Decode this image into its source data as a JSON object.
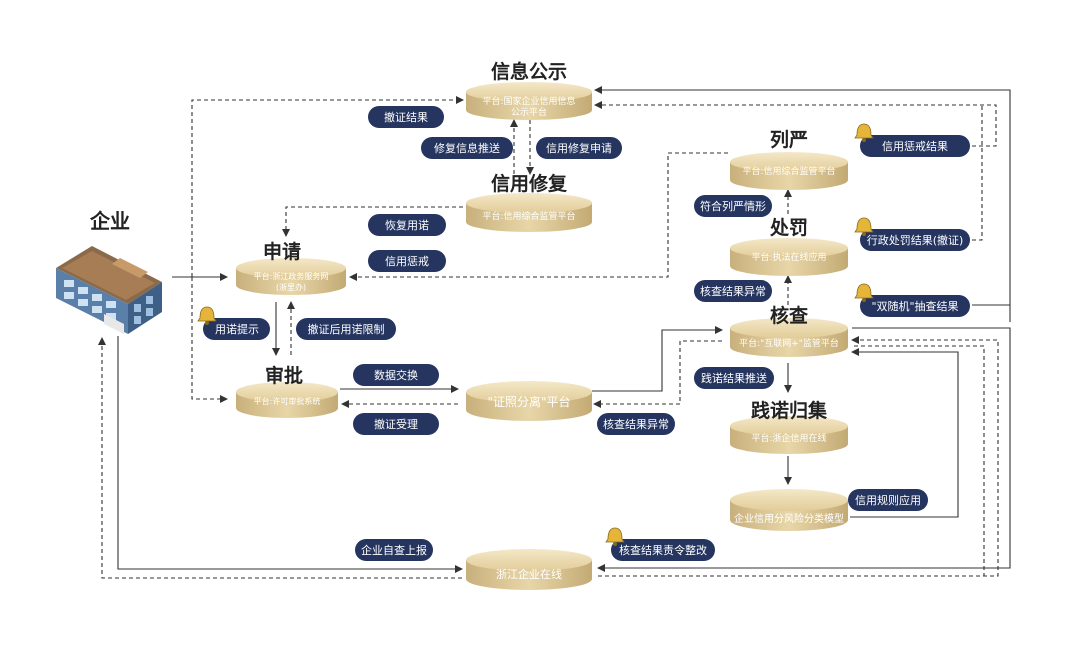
{
  "enterprise": {
    "label": "企业"
  },
  "nodes": {
    "xinxi": {
      "title": "信息公示",
      "platform_line1": "平台:国家企业信用信息",
      "platform_line2": "公示平台"
    },
    "xiufu": {
      "title": "信用修复",
      "platform": "平台:信用综合监管平台"
    },
    "lieyan": {
      "title": "列严",
      "platform": "平台:信用综合监管平台"
    },
    "chufa": {
      "title": "处罚",
      "platform": "平台:执法在线应用"
    },
    "shenqing": {
      "title": "申请",
      "platform_line1": "平台:浙江政务服务网",
      "platform_line2": "(浙里办)"
    },
    "shenpi": {
      "title": "审批",
      "platform": "平台:许可审批系统"
    },
    "heicha": {
      "title": "核查",
      "platform": "平台:\"互联网+\"监管平台"
    },
    "jiannuo": {
      "title": "践诺归集",
      "platform": "平台:浙企信用在线"
    },
    "zhengzhao": {
      "platform": "\"证照分离\"平台"
    },
    "fengxian": {
      "platform": "企业信用分风险分类模型"
    },
    "zaixian": {
      "platform": "浙江企业在线"
    }
  },
  "labels": {
    "chezheng_jieguo": "撤证结果",
    "xiufu_tuisong": "修复信息推送",
    "xiufu_shenqing": "信用修复申请",
    "huifu_yongnuo": "恢复用诺",
    "xinyong_chengjie": "信用惩戒",
    "yongnuo_tishi": "用诺提示",
    "chezheng_xianzhi": "撤证后用诺限制",
    "shuju_jiaohuan": "数据交换",
    "chezheng_shouli": "撤证受理",
    "fuhe_lieyan": "符合列严情形",
    "chengjie_jieguo": "信用惩戒结果",
    "chufa_jieguo": "行政处罚结果(撤证)",
    "hecha_yichang_top": "核查结果异常",
    "shuangsuiji": "\"双随机\"抽查结果",
    "jiannuo_tuisong": "践诺结果推送",
    "hecha_yichang_bottom": "核查结果异常",
    "guize_yingyong": "信用规则应用",
    "zicha_shangbao": "企业自查上报",
    "zeling_zhenggai": "核查结果责令整改"
  }
}
